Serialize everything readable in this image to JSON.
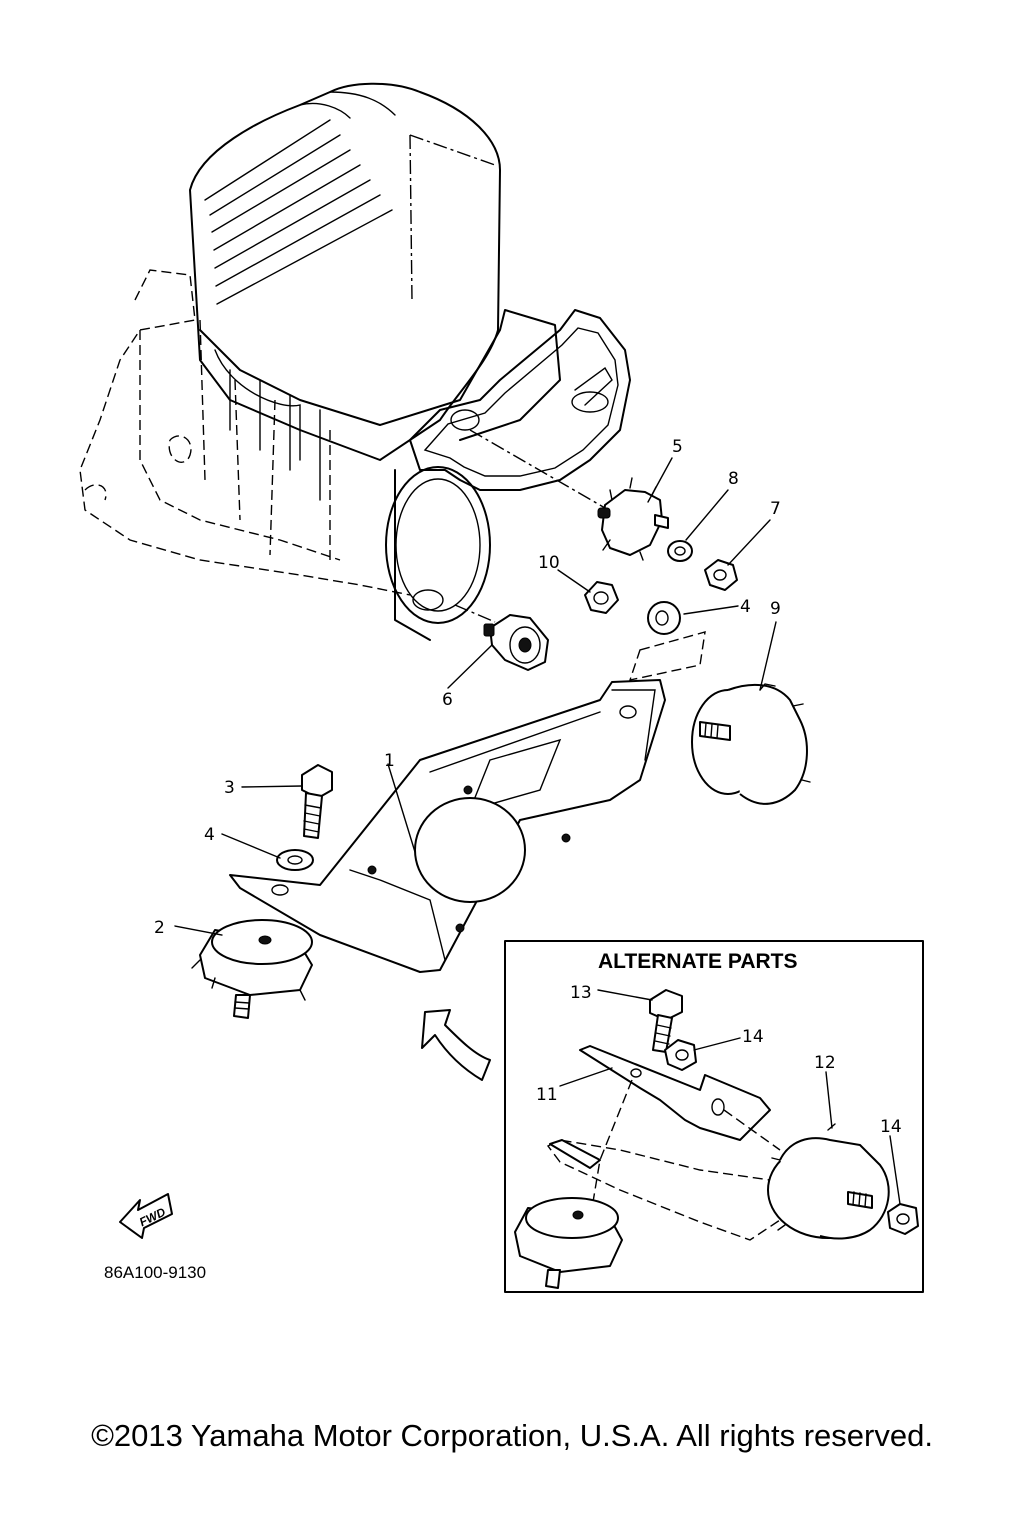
{
  "diagram": {
    "callouts": {
      "c1": "1",
      "c2": "2",
      "c3": "3",
      "c4a": "4",
      "c4b": "4",
      "c5": "5",
      "c6": "6",
      "c7": "7",
      "c8": "8",
      "c9": "9",
      "c10": "10",
      "c11": "11",
      "c12": "12",
      "c13": "13",
      "c14a": "14",
      "c14b": "14"
    },
    "alternate_parts_title": "ALTERNATE PARTS",
    "fwd_label": "FWD",
    "figure_code": "86A100-9130"
  },
  "footer": {
    "copyright": "©2013 Yamaha Motor Corporation, U.S.A. All rights reserved."
  }
}
